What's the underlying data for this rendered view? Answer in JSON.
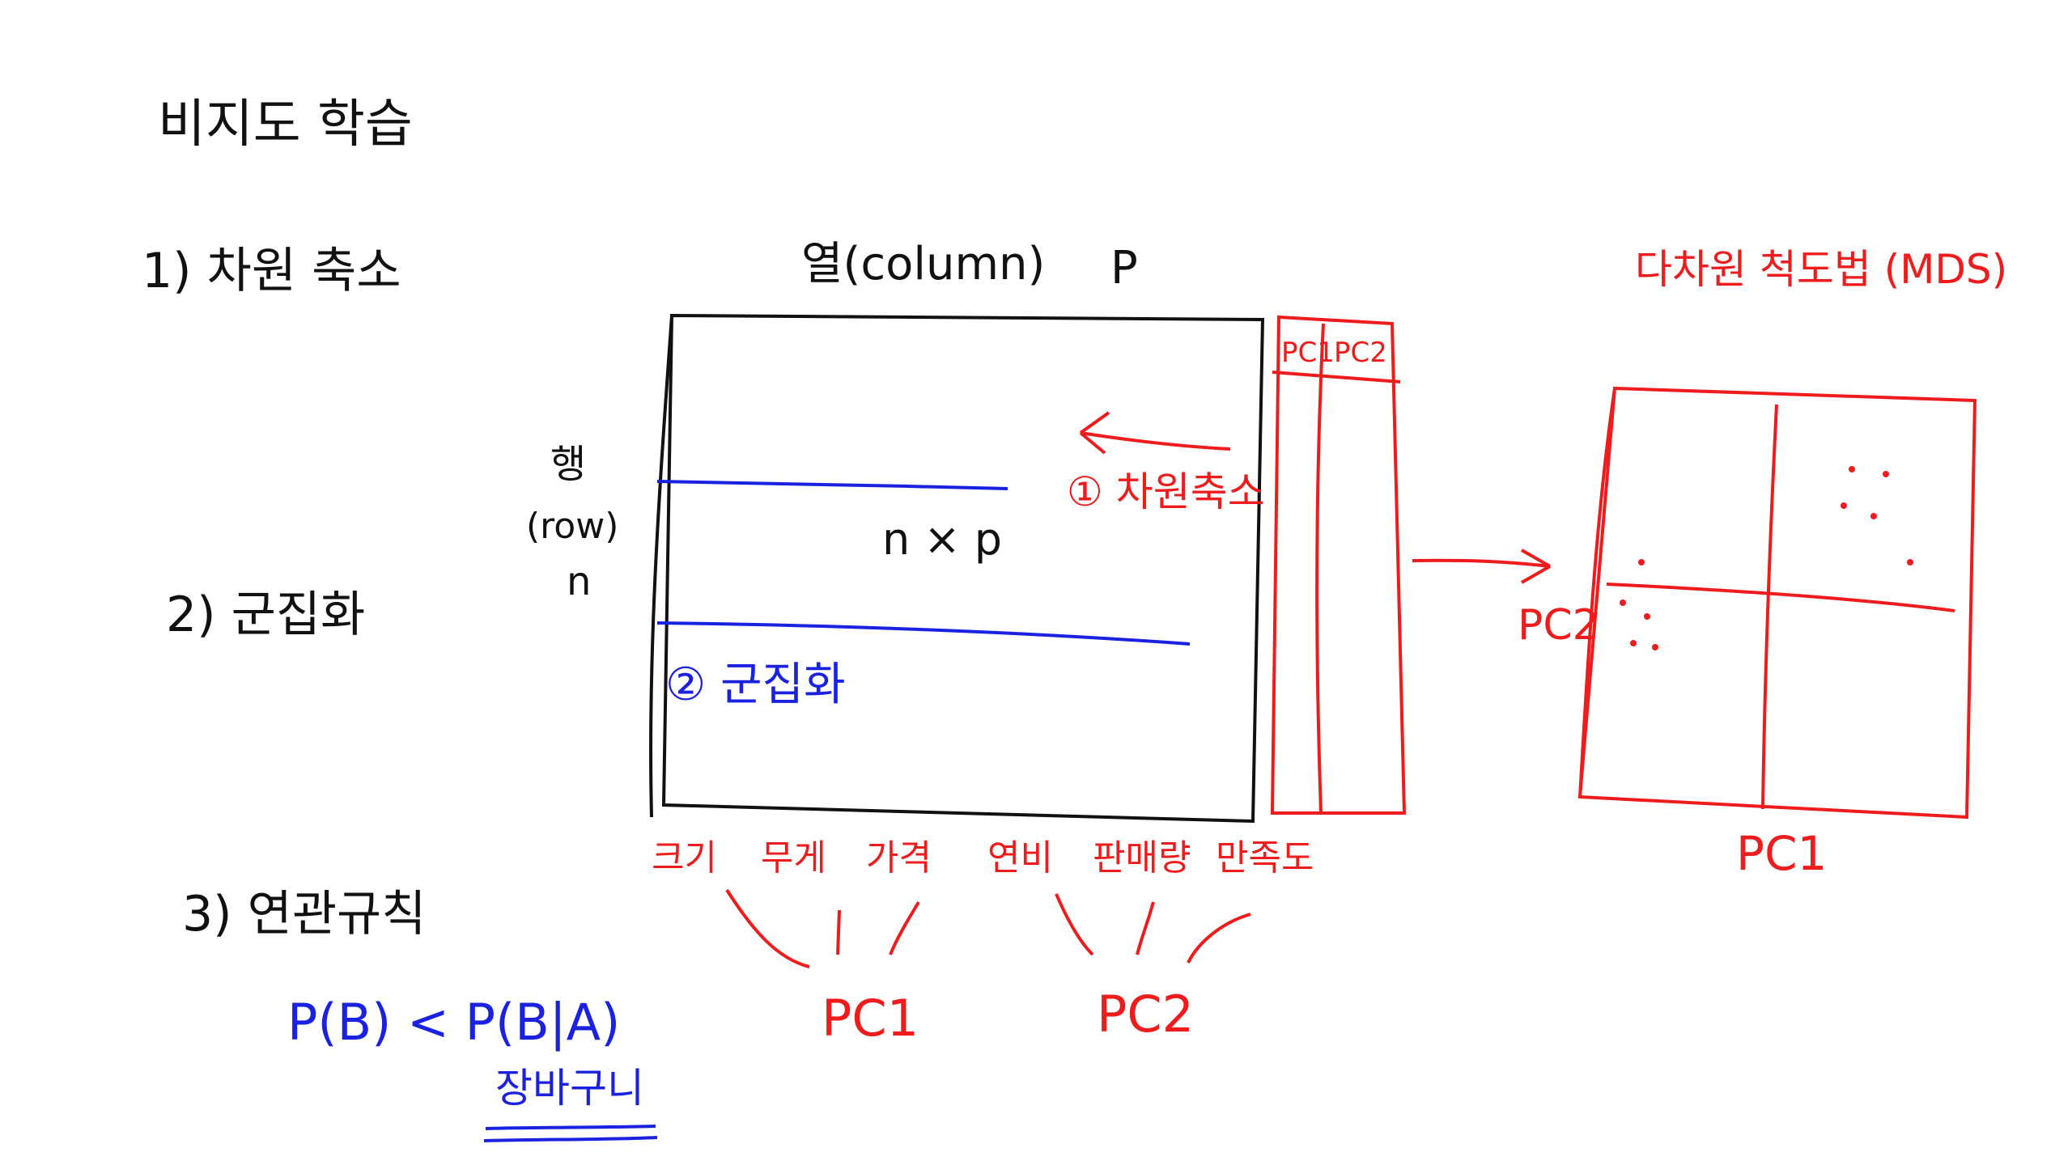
{
  "colors": {
    "black": "#111111",
    "red": "#ee1c1c",
    "blue": "#1a22e0"
  },
  "title": "비지도 학습",
  "left_list": {
    "item1": "1) 차원 축소",
    "item2": "2) 군집화",
    "item3": "3) 연관규칙",
    "formula": "P(B) < P(B|A)",
    "formula_note": "장바구니"
  },
  "matrix": {
    "column_label": "열(column)",
    "column_symbol": "P",
    "row_label_1": "행",
    "row_label_2": "(row)",
    "row_symbol": "n",
    "size": "n × p",
    "dim_reduction_note": "① 차원축소",
    "clustering_note": "② 군집화",
    "pc_headers": [
      "PC1",
      "PC2"
    ],
    "features": [
      "크기",
      "무게",
      "가격",
      "연비",
      "판매량",
      "만족도"
    ],
    "groups": [
      "PC1",
      "PC2"
    ]
  },
  "mds": {
    "title": "다차원 척도법 (MDS)",
    "x_axis_label": "PC1",
    "y_axis_label": "PC2"
  }
}
